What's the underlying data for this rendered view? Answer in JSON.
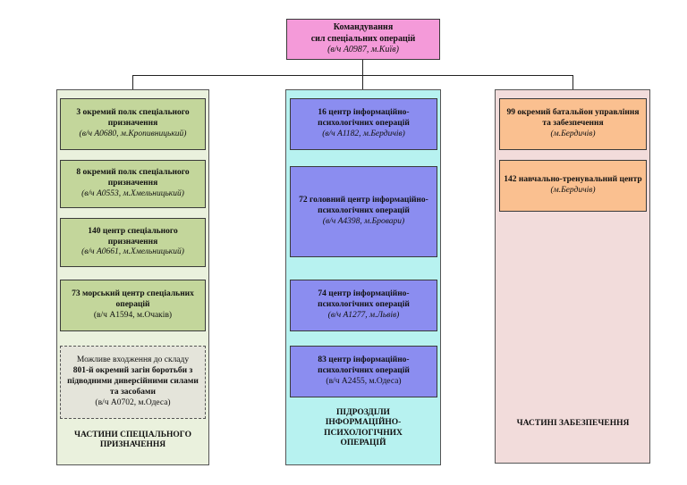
{
  "hq": {
    "line1": "Командування",
    "line2": "сил спеціальних операцій",
    "unit": "(в/ч А0987, м.Київ)"
  },
  "columns": {
    "left": {
      "footer": "ЧАСТИНИ СПЕЦІАЛЬНОГО ПРИЗНАЧЕННЯ",
      "units": [
        {
          "title": "3 окремий полк спеціального призначення",
          "sub": "(в/ч А0680, м.Кропивницький)"
        },
        {
          "title": "8 окремий полк спеціального призначення",
          "sub": "(в/ч А0553, м.Хмельницький)"
        },
        {
          "title": "140 центр спеціального призначення",
          "sub": "(в/ч А0661, м.Хмельницький)"
        },
        {
          "title": "73 морський центр спеціальних операцій",
          "sub": "(в/ч А1594, м.Очаків)"
        }
      ],
      "possible": {
        "line1": "Можливе входження до складу",
        "line2": "801-й окремий загін боротьби з підводними диверсійними силами та засобами",
        "line3": "(в/ч А0702, м.Одеса)"
      }
    },
    "middle": {
      "footer": "ПІДРОЗДІЛИ ІНФОРМАЦІЙНО-ПСИХОЛОГІЧНИХ ОПЕРАЦІЙ",
      "units": [
        {
          "title": "16 центр інформаційно-психологічних операцій",
          "sub": "(в/ч А1182, м.Бердичів)"
        },
        {
          "title": "72 головний центр інформаційно-психологічних операцій",
          "sub": "(в/ч А4398, м.Бровари)"
        },
        {
          "title": "74 центр інформаційно-психологічних операцій",
          "sub": "(в/ч А1277, м.Львів)"
        },
        {
          "title": "83 центр інформаційно-психологічних операцій",
          "sub": "(в/ч А2455, м.Одеса)"
        }
      ]
    },
    "right": {
      "footer": "ЧАСТИНІ ЗАБЕЗПЕЧЕННЯ",
      "units": [
        {
          "title": "99 окремий батальйон управління та забезпечення",
          "sub": "(м.Бердичів)"
        },
        {
          "title": "142 навчально-тренувальний центр",
          "sub": "(м.Бердичів)"
        }
      ]
    }
  },
  "colors": {
    "hq": "#f49ad9",
    "left_col": "#eaf1dd",
    "left_box": "#c3d69b",
    "mid_col": "#b7f2f0",
    "mid_box": "#8b8df0",
    "right_col": "#f2dcdb",
    "right_box": "#fac090"
  }
}
